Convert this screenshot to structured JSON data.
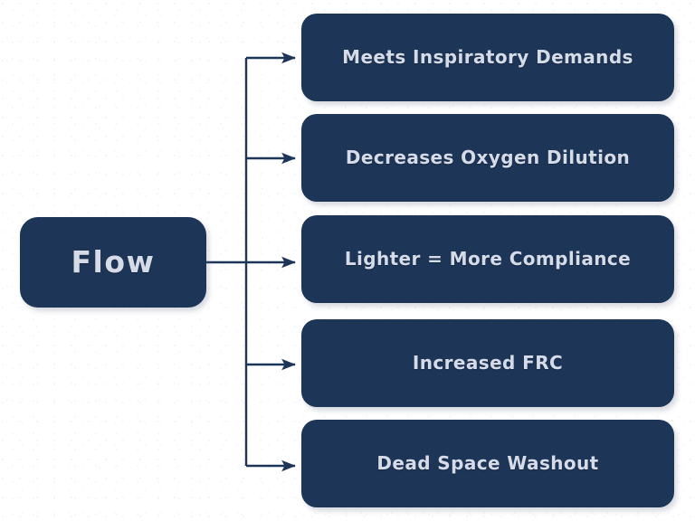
{
  "diagram": {
    "type": "tree-flowchart",
    "orientation": "left-to-right",
    "title_node": "Flow",
    "colors": {
      "node_fill": "#1d3557",
      "node_text": "#d6dbe8",
      "connector": "#1d3557",
      "background": "#ffffff"
    },
    "root": {
      "label": "Flow"
    },
    "branches": [
      {
        "label": "Meets Inspiratory Demands"
      },
      {
        "label": "Decreases Oxygen Dilution"
      },
      {
        "label": "Lighter = More Compliance"
      },
      {
        "label": "Increased FRC"
      },
      {
        "label": "Dead Space Washout"
      }
    ]
  }
}
